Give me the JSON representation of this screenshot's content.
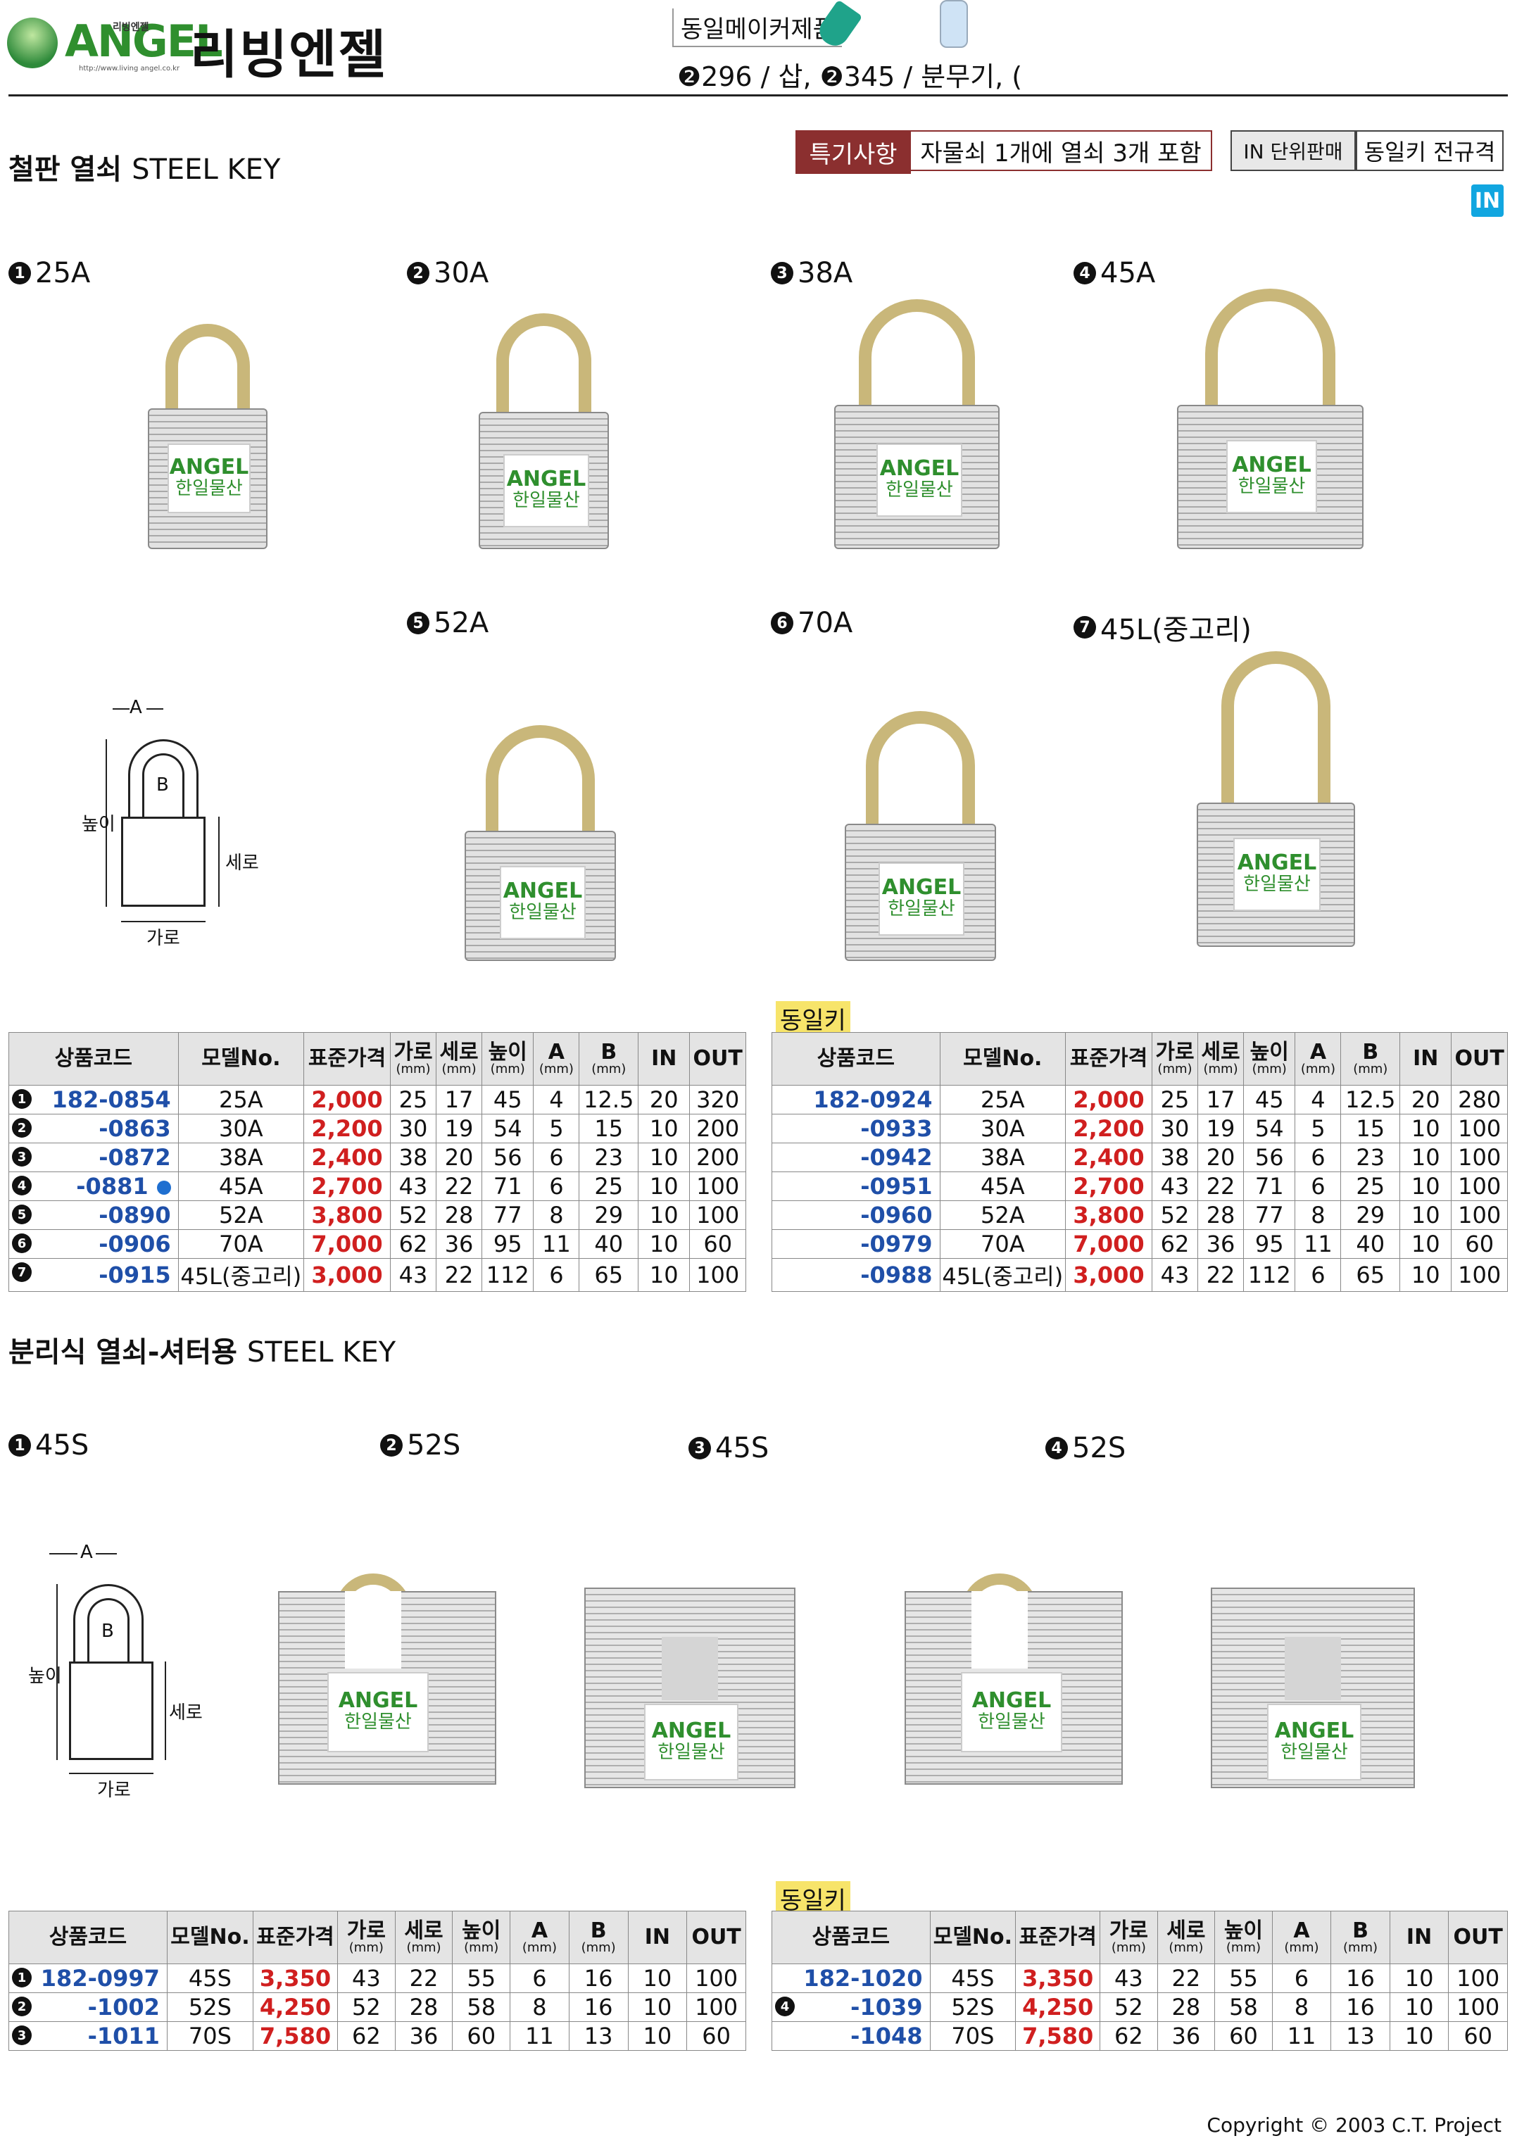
{
  "header": {
    "logo_text": "ANGEL",
    "logo_sub": "리빙엔젤",
    "logo_url": "http://www.living angel.co.kr",
    "brand": "리빙엔젤",
    "maker_label": "동일메이커제품",
    "maker_items": "❷296 / 삽, ❷345 / 분무기, ("
  },
  "section1": {
    "title_ko": "철판 열쇠",
    "title_en": "STEEL KEY",
    "feature_label": "특기사항",
    "feature_value": "자물쇠 1개에 열쇠 3개 포함",
    "in_unit": "IN 단위판매",
    "in_all": "동일키 전규격",
    "in_icon": "IN",
    "products": [
      {
        "num": "1",
        "name": "25A"
      },
      {
        "num": "2",
        "name": "30A"
      },
      {
        "num": "3",
        "name": "38A"
      },
      {
        "num": "4",
        "name": "45A"
      },
      {
        "num": "5",
        "name": "52A"
      },
      {
        "num": "6",
        "name": "70A"
      },
      {
        "num": "7",
        "name": "45L(중고리)"
      }
    ],
    "lock_tag": {
      "brand": "ANGEL",
      "sub": "한일물산"
    },
    "diagram": {
      "a": "A",
      "b": "B",
      "height": "높이",
      "depth": "세로",
      "width": "가로"
    },
    "same_key_label": "동일키",
    "headers": {
      "code": "상품코드",
      "model": "모델No.",
      "price": "표준가격",
      "w": "가로",
      "d": "세로",
      "h": "높이",
      "a": "A",
      "b": "B",
      "unit": "(mm)",
      "in": "IN",
      "out": "OUT"
    },
    "table_left": [
      {
        "num": "1",
        "code": "182-0854",
        "model": "25A",
        "price": "2,000",
        "w": "25",
        "d": "17",
        "h": "45",
        "a": "4",
        "b": "12.5",
        "in": "20",
        "out": "320"
      },
      {
        "num": "2",
        "code": "-0863",
        "model": "30A",
        "price": "2,200",
        "w": "30",
        "d": "19",
        "h": "54",
        "a": "5",
        "b": "15",
        "in": "10",
        "out": "200"
      },
      {
        "num": "3",
        "code": "-0872",
        "model": "38A",
        "price": "2,400",
        "w": "38",
        "d": "20",
        "h": "56",
        "a": "6",
        "b": "23",
        "in": "10",
        "out": "200"
      },
      {
        "num": "4",
        "code": "-0881",
        "model": "45A",
        "price": "2,700",
        "w": "43",
        "d": "22",
        "h": "71",
        "a": "6",
        "b": "25",
        "in": "10",
        "out": "100"
      },
      {
        "num": "5",
        "code": "-0890",
        "model": "52A",
        "price": "3,800",
        "w": "52",
        "d": "28",
        "h": "77",
        "a": "8",
        "b": "29",
        "in": "10",
        "out": "100"
      },
      {
        "num": "6",
        "code": "-0906",
        "model": "70A",
        "price": "7,000",
        "w": "62",
        "d": "36",
        "h": "95",
        "a": "11",
        "b": "40",
        "in": "10",
        "out": "60"
      },
      {
        "num": "7",
        "code": "-0915",
        "model": "45L(중고리)",
        "price": "3,000",
        "w": "43",
        "d": "22",
        "h": "112",
        "a": "6",
        "b": "65",
        "in": "10",
        "out": "100"
      }
    ],
    "table_right": [
      {
        "code": "182-0924",
        "model": "25A",
        "price": "2,000",
        "w": "25",
        "d": "17",
        "h": "45",
        "a": "4",
        "b": "12.5",
        "in": "20",
        "out": "280"
      },
      {
        "code": "-0933",
        "model": "30A",
        "price": "2,200",
        "w": "30",
        "d": "19",
        "h": "54",
        "a": "5",
        "b": "15",
        "in": "10",
        "out": "100"
      },
      {
        "code": "-0942",
        "model": "38A",
        "price": "2,400",
        "w": "38",
        "d": "20",
        "h": "56",
        "a": "6",
        "b": "23",
        "in": "10",
        "out": "100"
      },
      {
        "code": "-0951",
        "model": "45A",
        "price": "2,700",
        "w": "43",
        "d": "22",
        "h": "71",
        "a": "6",
        "b": "25",
        "in": "10",
        "out": "100"
      },
      {
        "code": "-0960",
        "model": "52A",
        "price": "3,800",
        "w": "52",
        "d": "28",
        "h": "77",
        "a": "8",
        "b": "29",
        "in": "10",
        "out": "100"
      },
      {
        "code": "-0979",
        "model": "70A",
        "price": "7,000",
        "w": "62",
        "d": "36",
        "h": "95",
        "a": "11",
        "b": "40",
        "in": "10",
        "out": "60"
      },
      {
        "code": "-0988",
        "model": "45L(중고리)",
        "price": "3,000",
        "w": "43",
        "d": "22",
        "h": "112",
        "a": "6",
        "b": "65",
        "in": "10",
        "out": "100"
      }
    ]
  },
  "section2": {
    "title_ko": "분리식 열쇠-셔터용",
    "title_en": "STEEL KEY",
    "products": [
      {
        "num": "1",
        "name": "45S"
      },
      {
        "num": "2",
        "name": "52S"
      },
      {
        "num": "3",
        "name": "45S"
      },
      {
        "num": "4",
        "name": "52S"
      }
    ],
    "same_key_label": "동일키",
    "table_left": [
      {
        "num": "1",
        "code": "182-0997",
        "model": "45S",
        "price": "3,350",
        "w": "43",
        "d": "22",
        "h": "55",
        "a": "6",
        "b": "16",
        "in": "10",
        "out": "100"
      },
      {
        "num": "2",
        "code": "-1002",
        "model": "52S",
        "price": "4,250",
        "w": "52",
        "d": "28",
        "h": "58",
        "a": "8",
        "b": "16",
        "in": "10",
        "out": "100"
      },
      {
        "num": "3",
        "code": "-1011",
        "model": "70S",
        "price": "7,580",
        "w": "62",
        "d": "36",
        "h": "60",
        "a": "11",
        "b": "13",
        "in": "10",
        "out": "60"
      }
    ],
    "table_right": [
      {
        "num": "",
        "code": "182-1020",
        "model": "45S",
        "price": "3,350",
        "w": "43",
        "d": "22",
        "h": "55",
        "a": "6",
        "b": "16",
        "in": "10",
        "out": "100"
      },
      {
        "num": "4",
        "code": "-1039",
        "model": "52S",
        "price": "4,250",
        "w": "52",
        "d": "28",
        "h": "58",
        "a": "8",
        "b": "16",
        "in": "10",
        "out": "100"
      },
      {
        "num": "",
        "code": "-1048",
        "model": "70S",
        "price": "7,580",
        "w": "62",
        "d": "36",
        "h": "60",
        "a": "11",
        "b": "13",
        "in": "10",
        "out": "60"
      }
    ]
  },
  "footer": {
    "copyright": "Copyright © 2003 C.T. Project"
  }
}
